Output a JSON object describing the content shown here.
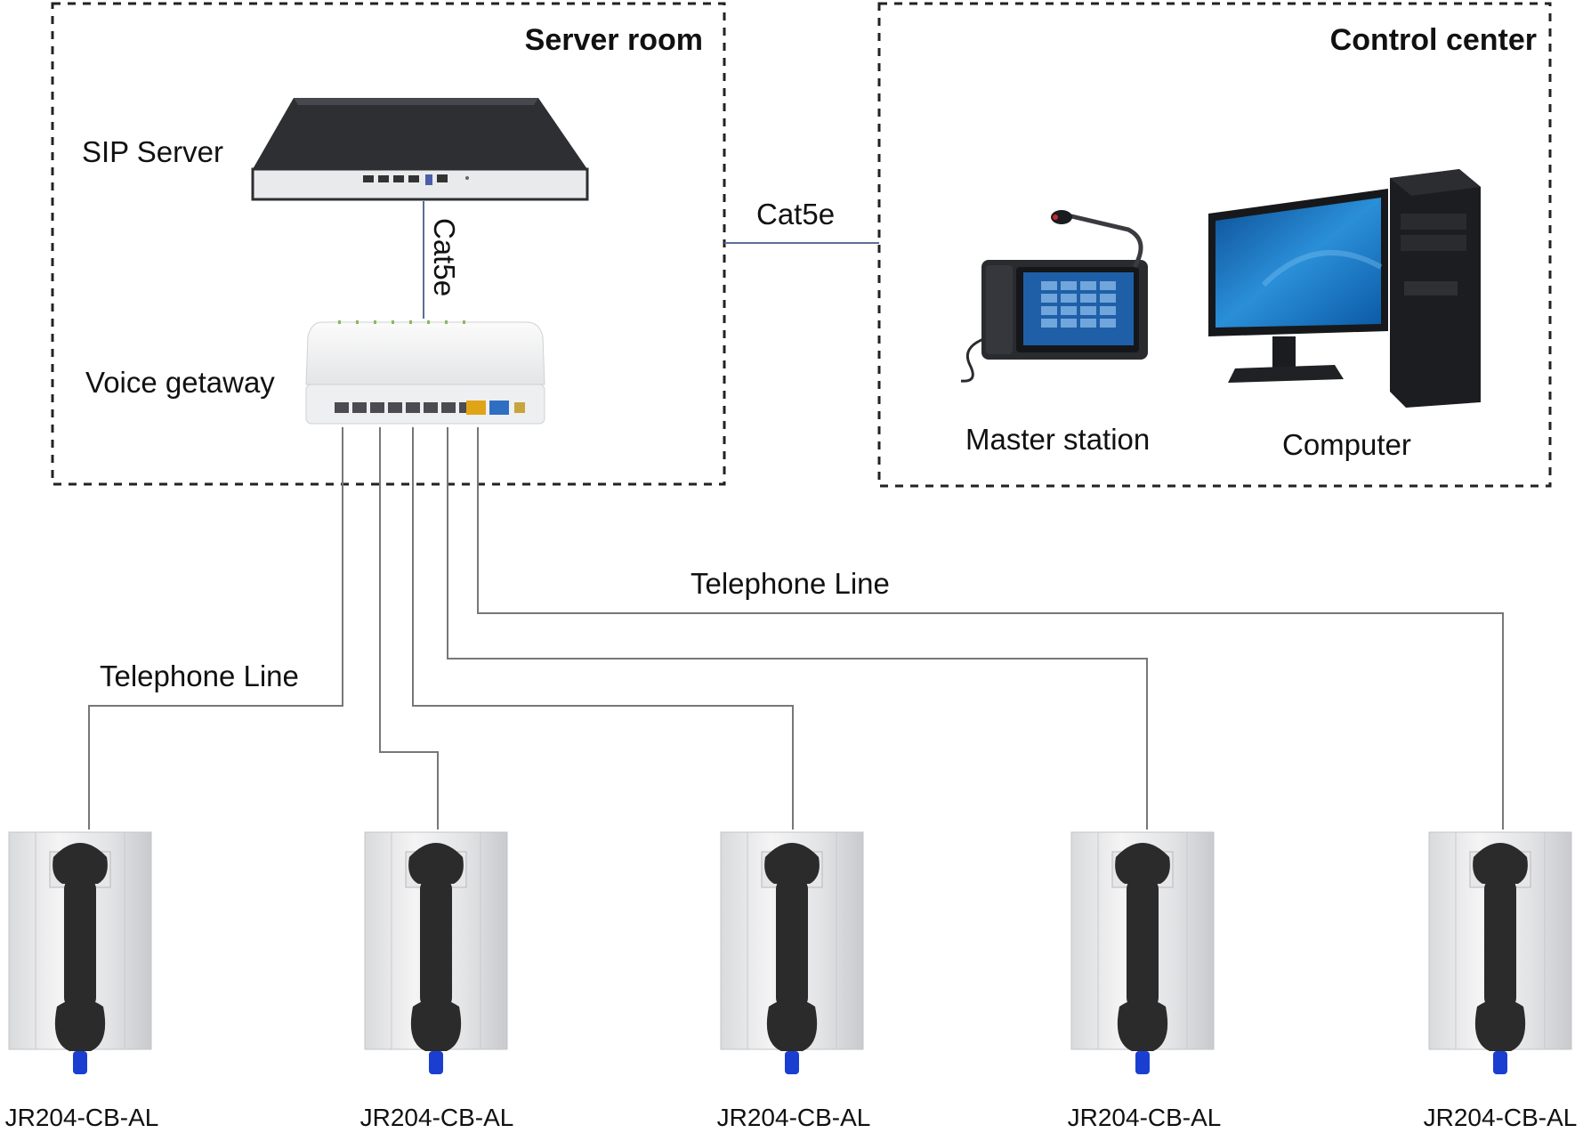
{
  "zones": {
    "server_room": {
      "title": "Server room"
    },
    "control_center": {
      "title": "Control center"
    }
  },
  "devices": {
    "sip_server": {
      "label": "SIP Server",
      "icon": "server-appliance-icon"
    },
    "voice_gateway": {
      "label": "Voice getaway",
      "icon": "gateway-router-icon"
    },
    "master_station": {
      "label": "Master station",
      "icon": "master-station-icon"
    },
    "computer": {
      "label": "Computer",
      "icon": "desktop-computer-icon"
    }
  },
  "links": {
    "server_to_gateway": "Cat5e",
    "server_room_to_control": "Cat5e",
    "telephone_line_left": "Telephone Line",
    "telephone_line_right": "Telephone Line"
  },
  "phones": [
    {
      "label": "JR204-CB-AL"
    },
    {
      "label": "JR204-CB-AL"
    },
    {
      "label": "JR204-CB-AL"
    },
    {
      "label": "JR204-CB-AL"
    },
    {
      "label": "JR204-CB-AL"
    }
  ],
  "colors": {
    "dashed_border": "#222222",
    "cat5e_line": "#5b6f96",
    "telephone_line": "#777777",
    "handset": "#2b2b2b",
    "cord_plug": "#1a3fd0",
    "monitor_screen": "#1d76c4"
  }
}
